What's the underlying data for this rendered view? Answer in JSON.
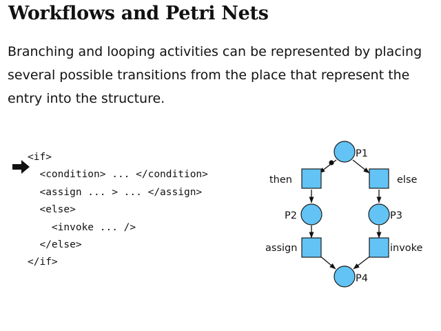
{
  "slide": {
    "title": "Workflows and Petri Nets",
    "body": "Branching and looping activities can be represented by placing several possible transitions from the place that represent the entry into the structure."
  },
  "code": {
    "lines": [
      "<if>",
      "  <condition> ... </condition>",
      "  <assign ... > ... </assign>",
      "  <else>",
      "    <invoke ... />",
      "  </else>",
      "</if>"
    ]
  },
  "diagram": {
    "places": [
      "P1",
      "P2",
      "P3",
      "P4"
    ],
    "transitions": [
      "then",
      "else",
      "assign",
      "invoke"
    ]
  },
  "colors": {
    "node_fill": "#63c3f5",
    "node_stroke": "#1a1a1a"
  },
  "icons": {
    "pointer": "right-arrow-icon"
  }
}
